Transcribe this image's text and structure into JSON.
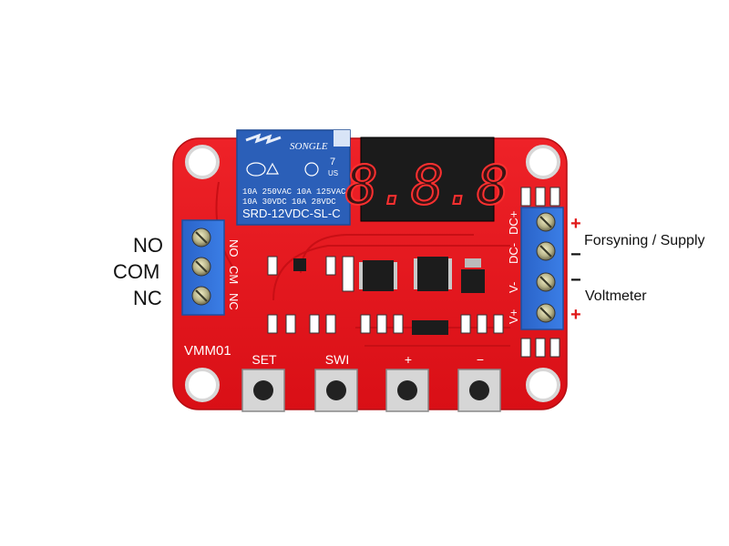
{
  "board": {
    "model": "VMM01",
    "relay": {
      "brand": "SONGLE",
      "rating1": "10A 250VAC  10A 125VAC",
      "rating2": "10A  30VDC  10A  28VDC",
      "part": "SRD-12VDC-SL-C",
      "mark": "7",
      "mark2": "US"
    },
    "display": {
      "digits": "8.8.8"
    },
    "silk_left": [
      "NO",
      "CM",
      "NC"
    ],
    "silk_right": [
      "DC+",
      "DC-",
      "V-",
      "V+"
    ],
    "buttons": [
      {
        "label": "SET"
      },
      {
        "label": "SWI"
      },
      {
        "label": "+"
      },
      {
        "label": "−"
      }
    ]
  },
  "labels": {
    "left": [
      "NO",
      "COM",
      "NC"
    ],
    "supply": "Forsyning / Supply",
    "voltmeter": "Voltmeter",
    "signs": [
      {
        "text": "+",
        "color": "#e01818"
      },
      {
        "text": "−",
        "color": "#111111"
      },
      {
        "text": "−",
        "color": "#111111"
      },
      {
        "text": "+",
        "color": "#e01818"
      }
    ]
  },
  "colors": {
    "pcb": "#e3141a",
    "terminal": "#2f6fd6",
    "relay": "#2b5fb8",
    "display": "#1b1b1b",
    "segment": "#ff2a2a"
  }
}
